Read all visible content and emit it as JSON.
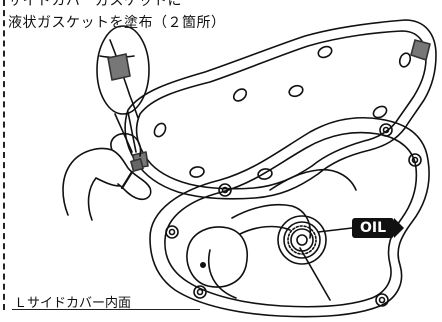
{
  "instruction": {
    "line1": "サイドカバーガスケットに",
    "line2": "液状ガスケットを塗布（２箇所）"
  },
  "oil_label": "OIL",
  "caption": "Ｌサイドカバー内面"
}
